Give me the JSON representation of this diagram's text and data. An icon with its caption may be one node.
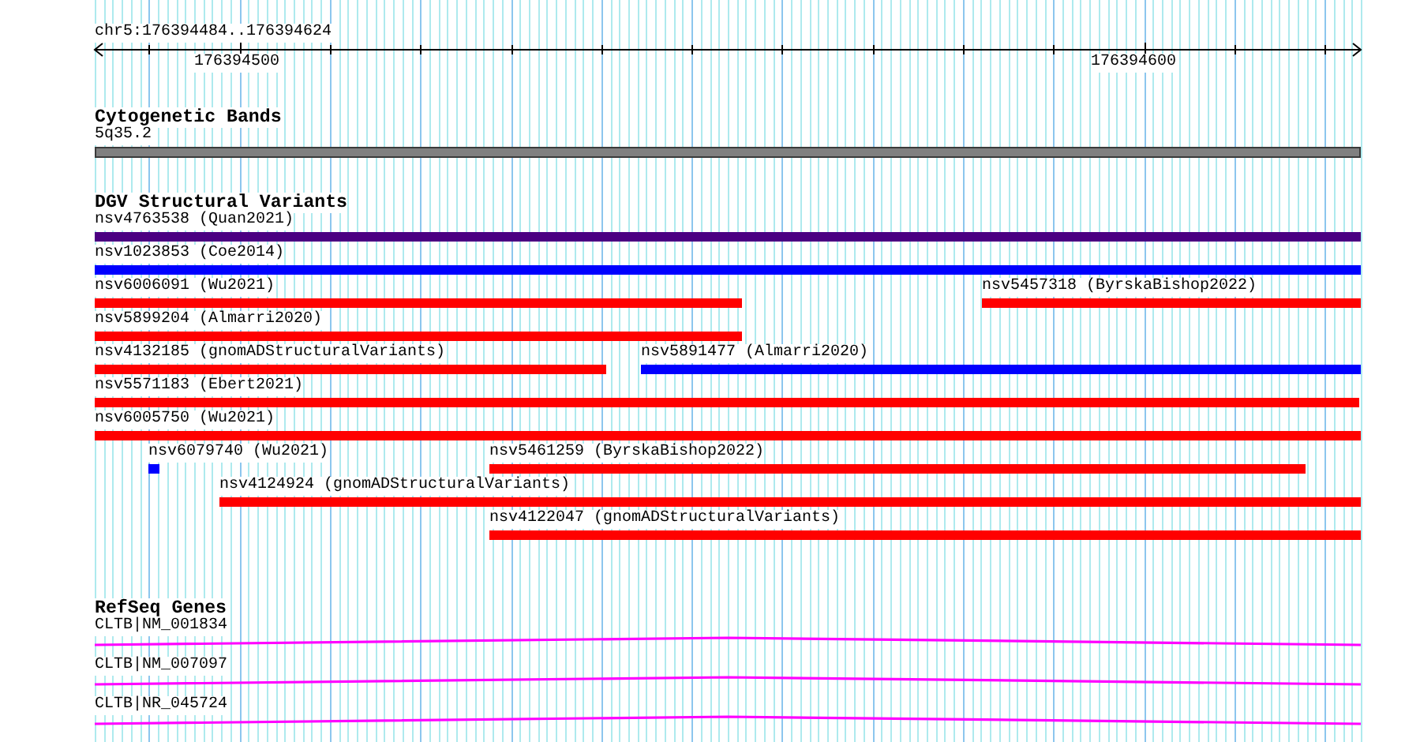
{
  "diagram": {
    "nodes": [
      {
        "text": [
          "chr5:176394484..176394624"
        ]
      },
      {
        "text": [
          "Cytogenetic Bands"
        ]
      },
      {
        "text": [
          "5q35.2"
        ]
      },
      {
        "text": [
          "DGV Structural Variants"
        ]
      },
      {
        "text": [
          "nsv4763538 (Quan2021)"
        ]
      },
      {
        "text": [
          "nsv1023853 (Coe2014)"
        ]
      },
      {
        "text": [
          "nsv6006091 (Wu2021)"
        ]
      },
      {
        "text": [
          "nsv5457318 (ByrskaBishop2022)"
        ]
      },
      {
        "text": [
          "nsv5899204 (Almarri2020)"
        ]
      },
      {
        "text": [
          "nsv4132185 (gnomADStructuralVariants)"
        ]
      },
      {
        "text": [
          "nsv5891477 (Almarri2020)"
        ]
      },
      {
        "text": [
          "nsv5571183 (Ebert2021)"
        ]
      },
      {
        "text": [
          "nsv6005750 (Wu2021)"
        ]
      },
      {
        "text": [
          "nsv6079740 (Wu2021)"
        ]
      },
      {
        "text": [
          "nsv5461259 (ByrskaBishop2022)"
        ]
      },
      {
        "text": [
          "nsv4124924 (gnomADStructuralVariants)"
        ]
      },
      {
        "text": [
          "nsv4122047 (gnomADStructuralVariants)"
        ]
      },
      {
        "text": [
          "RefSeq Genes"
        ]
      },
      {
        "text": [
          "CLTB|NM_001834"
        ]
      },
      {
        "text": [
          "CLTB|NM_007097"
        ]
      },
      {
        "text": [
          "CLTB|NR_045724"
        ]
      }
    ],
    "labels": [
      "176394500",
      "176394600"
    ]
  }
}
